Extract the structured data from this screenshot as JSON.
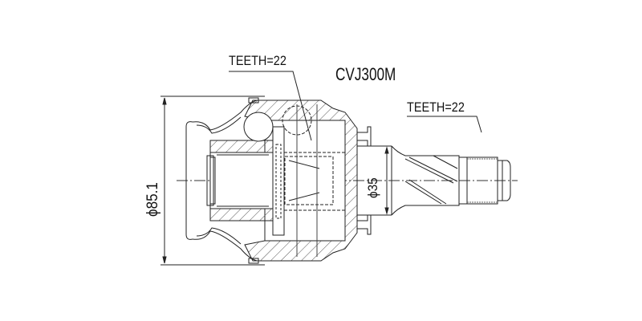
{
  "drawing": {
    "part_number": "CVJ300M",
    "annotations": {
      "inner_teeth": "TEETH=22",
      "outer_teeth": "TEETH=22"
    },
    "dimensions": {
      "outer_diameter": "ϕ85.1",
      "shaft_diameter": "ϕ35"
    },
    "colors": {
      "line": "#222222",
      "background": "#ffffff",
      "hatch": "#555555"
    }
  }
}
